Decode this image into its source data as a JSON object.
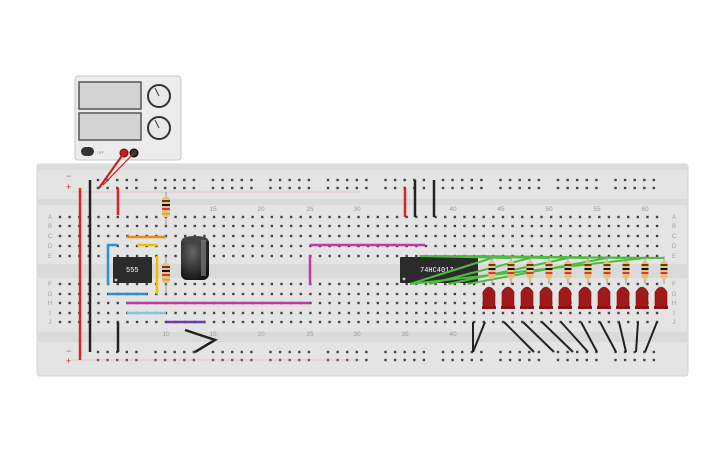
{
  "power_supply": {
    "off_label": "OFF",
    "knob_labels": [
      "",
      ""
    ]
  },
  "breadboard": {
    "top_numbers": [
      "15",
      "20",
      "25",
      "30",
      "40",
      "45",
      "50",
      "55",
      "60"
    ],
    "bottom_numbers": [
      "10",
      "15",
      "20",
      "25",
      "30",
      "35",
      "40"
    ],
    "left_row_letters": [
      "A",
      "B",
      "C",
      "D",
      "E",
      "F",
      "G",
      "H",
      "I",
      "J"
    ],
    "right_row_letters": [
      "A",
      "B",
      "C",
      "D",
      "E",
      "F",
      "G",
      "H",
      "I",
      "J"
    ],
    "rail_plus": "+",
    "rail_minus": "−"
  },
  "components": {
    "timer_chip": "555",
    "counter_chip": "74HC4017"
  },
  "colors": {
    "board": "#e6e6e6",
    "hole": "#3a3a3a",
    "rail_red": "#d42424",
    "rail_black": "#222222",
    "led": "#a11a1a",
    "wire_magenta": "#c03aa0",
    "wire_green": "#4cbc3c",
    "wire_blue": "#2a8fd4",
    "wire_yellow": "#f0c000",
    "wire_orange": "#f08a00",
    "wire_cyan": "#7cc8d8",
    "wire_purple": "#6a3ea8"
  }
}
